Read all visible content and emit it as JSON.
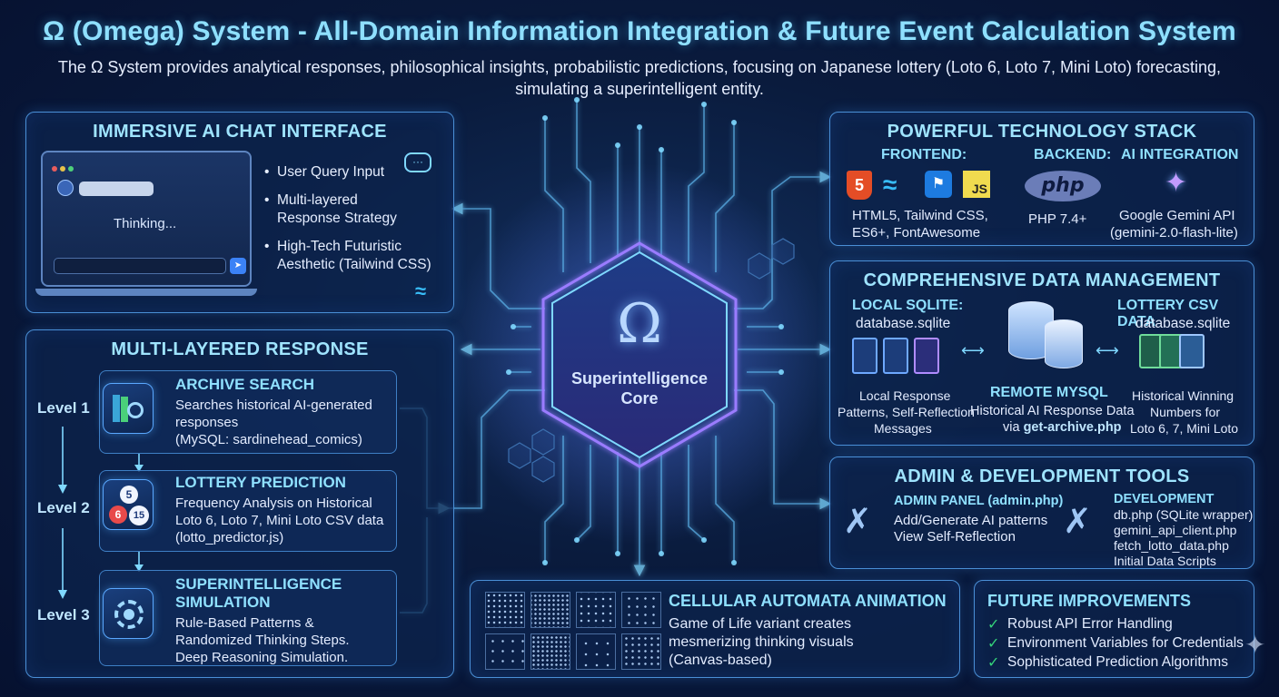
{
  "title": "Ω (Omega) System - All-Domain Information Integration & Future Event Calculation System",
  "subtitle": "The Ω System provides analytical responses, philosophical insights, probabilistic predictions, focusing on Japanese lottery (Loto 6, Loto 7, Mini Loto) forecasting, simulating a superintelligent entity.",
  "core": {
    "symbol": "Ω",
    "label_line1": "Superintelligence",
    "label_line2": "Core"
  },
  "chat_panel": {
    "title": "IMMERSIVE AI CHAT INTERFACE",
    "thinking": "Thinking...",
    "bullets": [
      "User Query Input",
      "Multi-layered",
      "Response Strategy",
      "High-Tech Futuristic",
      "Aesthetic (Tailwind CSS)"
    ]
  },
  "response_panel": {
    "title": "MULTI-LAYERED RESPONSE",
    "levels": [
      "Level 1",
      "Level 2",
      "Level 3"
    ],
    "archive": {
      "title": "ARCHIVE SEARCH",
      "line1": "Searches historical AI-generated",
      "line2": "responses",
      "line3": "(MySQL: sardinehead_comics)"
    },
    "lottery": {
      "title": "LOTTERY PREDICTION",
      "line1": "Frequency Analysis on Historical",
      "line2": "Loto 6, Loto 7, Mini Loto CSV data",
      "line3": "(lotto_predictor.js)",
      "balls": [
        "5",
        "6",
        "15"
      ]
    },
    "simulation": {
      "title1": "SUPERINTELLIGENCE",
      "title2": "SIMULATION",
      "line1": "Rule-Based Patterns &",
      "line2": "Randomized Thinking Steps.",
      "line3": "Deep Reasoning Simulation."
    }
  },
  "tech_panel": {
    "title": "POWERFUL TECHNOLOGY STACK",
    "frontend": {
      "label": "FRONTEND:",
      "line1": "HTML5,  Tailwind CSS,",
      "line2": "ES6+,  FontAwesome",
      "icon_html": "5",
      "icon_js": "JS"
    },
    "backend": {
      "label": "BACKEND:",
      "logo": "php",
      "line1": "PHP 7.4+"
    },
    "ai": {
      "label": "AI INTEGRATION",
      "line1": "Google Gemini API",
      "line2": "(gemini-2.0-flash-lite)"
    }
  },
  "data_panel": {
    "title": "COMPREHENSIVE DATA MANAGEMENT",
    "local": {
      "label": "LOCAL SQLITE:",
      "file": "database.sqlite",
      "line1": "Local Response",
      "line2": "Patterns, Self-Reflection",
      "line3": "Messages"
    },
    "remote": {
      "label": "REMOTE MYSQL",
      "line1": "Historical AI Response Data",
      "line2_prefix": "via ",
      "line2_file": "get-archive.php"
    },
    "csv": {
      "label": "LOTTERY CSV DATA",
      "file": "database.sqlite",
      "line1": "Historical Winning",
      "line2": "Numbers for",
      "line3": "Loto 6, 7, Mini Loto"
    }
  },
  "admin_panel": {
    "title": "ADMIN & DEVELOPMENT TOOLS",
    "admin": {
      "label": "ADMIN PANEL (admin.php)",
      "line1": "Add/Generate AI patterns",
      "line2": "View Self-Reflection"
    },
    "dev": {
      "label": "DEVELOPMENT",
      "line1": "db.php (SQLite wrapper)",
      "line2": "gemini_api_client.php",
      "line3": "fetch_lotto_data.php",
      "line4": "Initial Data Scripts"
    }
  },
  "cellular_panel": {
    "title": "CELLULAR AUTOMATA ANIMATION",
    "line1": "Game of Life variant creates",
    "line2": "mesmerizing thinking visuals",
    "line3": "(Canvas-based)"
  },
  "future_panel": {
    "title": "FUTURE IMPROVEMENTS",
    "items": [
      "Robust API Error Handling",
      "Environment Variables for Credentials",
      "Sophisticated Prediction Algorithms"
    ]
  },
  "colors": {
    "accent": "#8fe0ff",
    "panel_border": "#4a8fd6",
    "core_glow": "#a57cff",
    "check": "#34d27a"
  }
}
